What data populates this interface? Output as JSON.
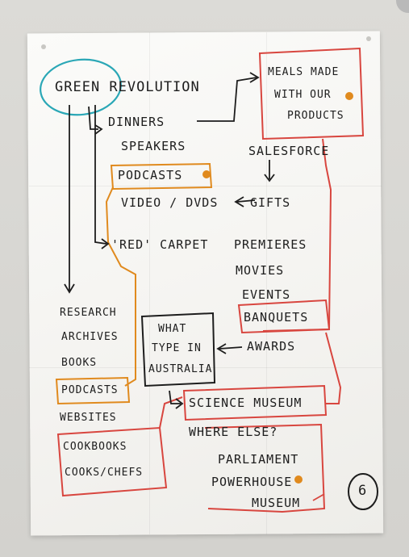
{
  "photo": {
    "description_free": true,
    "colors": {
      "ink": "#1d1d1d",
      "red": "#d8463f",
      "orange": "#e08a1e",
      "teal": "#2aa7b6",
      "paper": "#f6f5f2",
      "wall": "#d9d8d4"
    }
  },
  "notes": {
    "green_revolution": "GREEN REVOLUTION",
    "dinners": "DINNERS",
    "speakers": "SPEAKERS",
    "podcasts_top": "PODCASTS",
    "video_dvds": "VIDEO / DVDS",
    "gifts": "GIFTS",
    "red_carpet": "'RED' CARPET",
    "premieres": "PREMIERES",
    "movies": "MOVIES",
    "events": "EVENTS",
    "banquets": "BANQUETS",
    "awards": "AWARDS",
    "meals_made_1": "MEALS MADE",
    "meals_made_2": "WITH OUR",
    "meals_made_3": "PRODUCTS",
    "salesforce": "SALESFORCE",
    "research": "RESEARCH",
    "archives": "ARCHIVES",
    "books": "BOOKS",
    "podcasts_left": "PODCASTS",
    "websites": "WEBSITES",
    "cookbooks": "COOKBOOKS",
    "cooks_chefs": "COOKS/CHEFS",
    "what_type_1": "WHAT",
    "what_type_2": "TYPE IN",
    "what_type_3": "AUSTRALIA",
    "science_museum": "SCIENCE MUSEUM",
    "where_else": "WHERE ELSE?",
    "parliament": "PARLIAMENT",
    "powerhouse": "POWERHOUSE",
    "museum": "MUSEUM",
    "page_number": "6"
  }
}
